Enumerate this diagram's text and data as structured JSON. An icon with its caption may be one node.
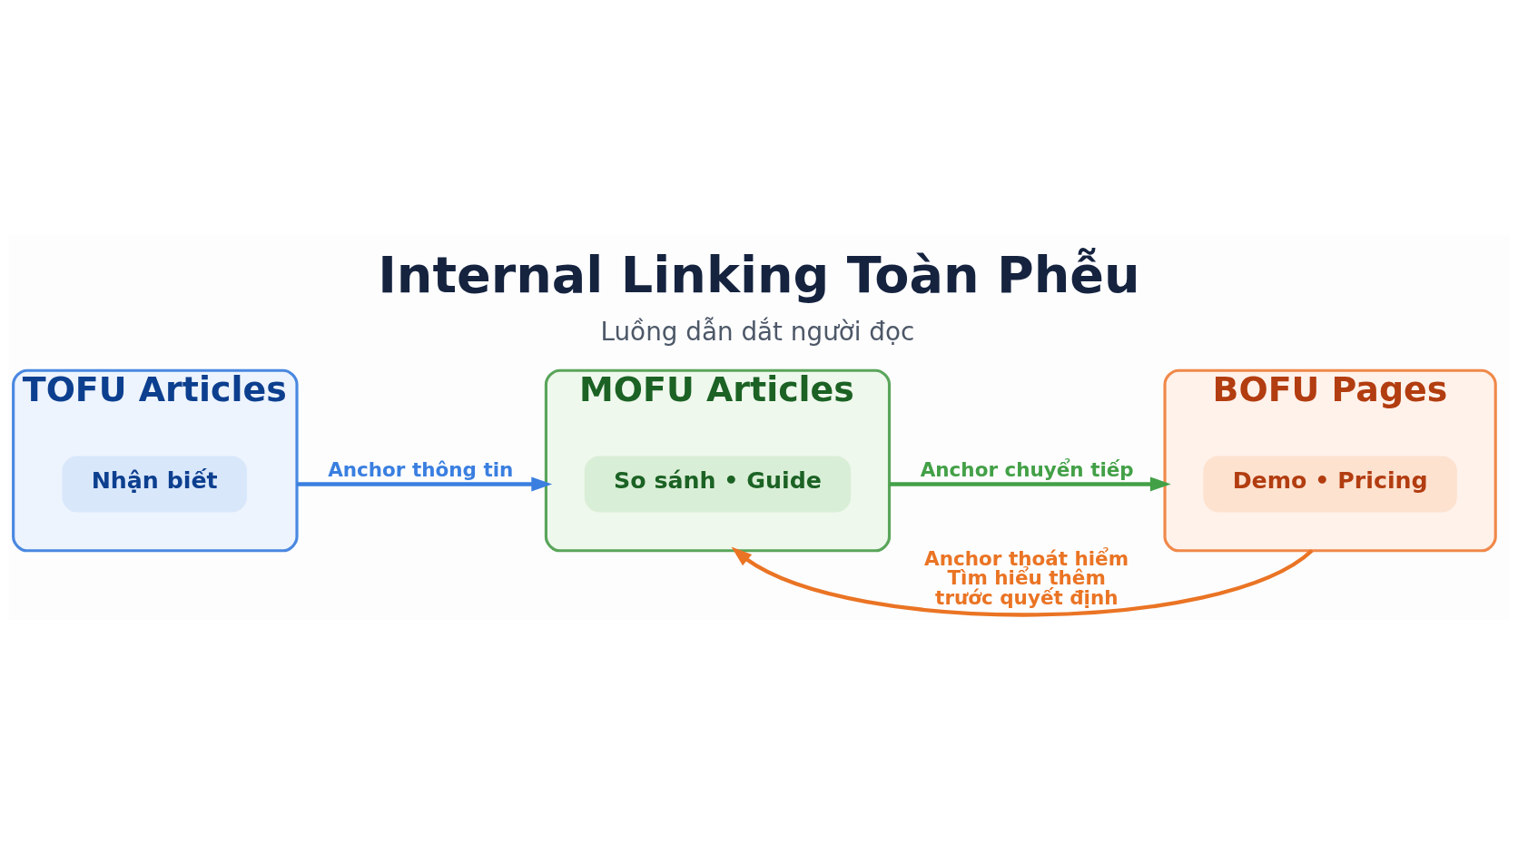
{
  "diagram": {
    "title": "Internal Linking Toàn Phễu",
    "caption": "Luồng dẫn dắt người đọc",
    "nodes": [
      {
        "text": [
          "TOFU Articles"
        ]
      },
      {
        "text": [
          "Nhận biết"
        ],
        "in": 0
      },
      {
        "text": [
          "MOFU Articles"
        ]
      },
      {
        "text": [
          "So sánh • Guide"
        ],
        "in": 2
      },
      {
        "text": [
          "BOFU Pages"
        ]
      },
      {
        "text": [
          "Demo • Pricing"
        ],
        "in": 4
      }
    ],
    "edges": [
      {
        "from": 0,
        "to": 2,
        "arrow": "to",
        "label": "Anchor thông tin",
        "color": "#3a7fe0"
      },
      {
        "from": 2,
        "to": 4,
        "arrow": "to",
        "label": "Anchor chuyển tiếp",
        "color": "#43a047"
      },
      {
        "from": 4,
        "to": 2,
        "arrow": "to",
        "label": "Anchor thoát hiểm Tìm hiểu thêm trước quyết định",
        "color": "#ea7424"
      }
    ]
  }
}
